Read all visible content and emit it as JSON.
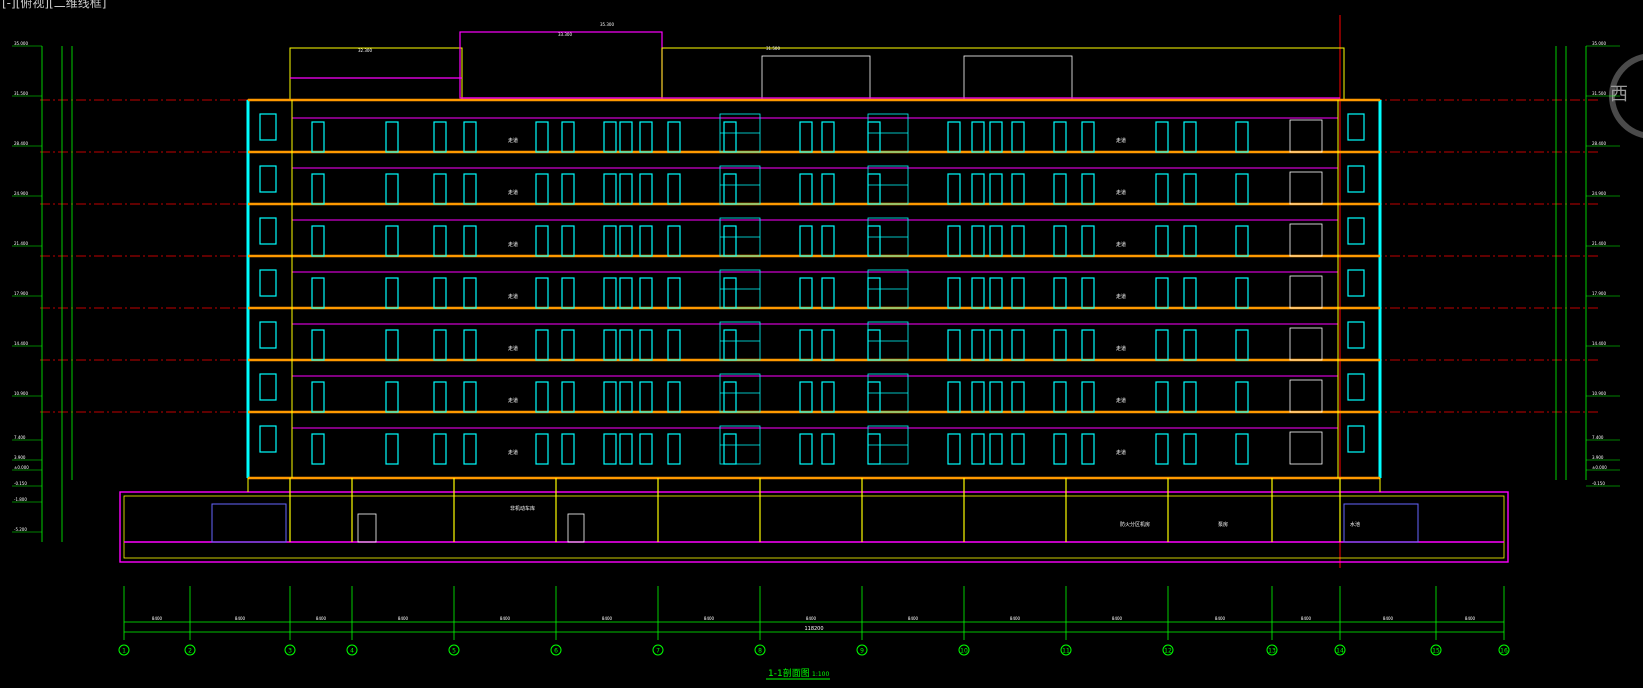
{
  "viewport": {
    "label": "[-][俯视][二维线框]"
  },
  "viewcube": {
    "label": "西"
  },
  "drawing": {
    "title": "1-1剖面图",
    "scale": "1:100",
    "room_label": "走道",
    "basement_labels": [
      "非机动车库",
      "防火分区机房",
      "泵房",
      "水池"
    ],
    "left_elevations": [
      "35.000",
      "31.500",
      "28.400",
      "24.900",
      "21.400",
      "17.900",
      "14.400",
      "10.900",
      "7.400",
      "3.900",
      "±0.000",
      "-0.150",
      "-1.800",
      "-5.200"
    ],
    "right_elevations": [
      "35.000",
      "31.500",
      "28.400",
      "24.900",
      "21.400",
      "17.900",
      "14.400",
      "10.900",
      "7.400",
      "3.900",
      "±0.000",
      "-0.150"
    ],
    "axis_numbers": [
      "1",
      "2",
      "3",
      "4",
      "5",
      "6",
      "7",
      "8",
      "9",
      "10",
      "11",
      "12",
      "13",
      "14",
      "15",
      "16"
    ],
    "spacing_dims": [
      "8400",
      "8400",
      "8400",
      "8400",
      "8400",
      "8400",
      "8400",
      "8400",
      "8400",
      "8400",
      "8400",
      "8400",
      "8400",
      "8400",
      "8400"
    ],
    "overall_dim": "118200",
    "roof_levels": [
      "35.300",
      "33.300",
      "32.300",
      "31.500"
    ]
  },
  "colors": {
    "axis": "#00ff00",
    "wall": "#ffff00",
    "slab": "#ff9900",
    "window": "#00ffff",
    "interior": "#ff00ff",
    "level": "#ff0000",
    "dim": "#00ff00"
  }
}
